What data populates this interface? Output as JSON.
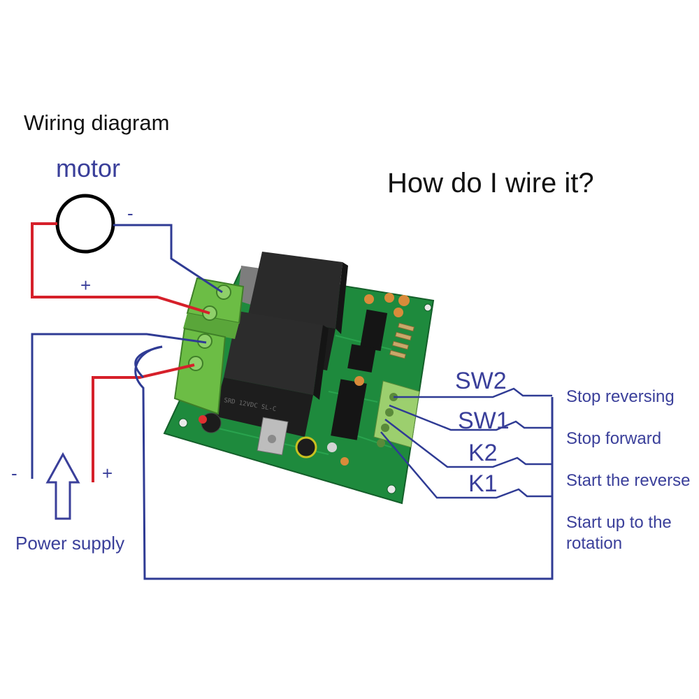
{
  "header": {
    "title": "Wiring diagram",
    "question": "How do I wire it?"
  },
  "motor": {
    "label": "motor",
    "minus": "-",
    "plus": "+"
  },
  "power_supply": {
    "label": "Power supply",
    "minus": "-",
    "plus": "+"
  },
  "switches": [
    {
      "name": "SW2",
      "description": "Stop reversing"
    },
    {
      "name": "SW1",
      "description": "Stop forward"
    },
    {
      "name": "K2",
      "description": "Start the reverse"
    },
    {
      "name": "K1",
      "description": "Start up to the",
      "description_cont": "rotation"
    }
  ],
  "colors": {
    "wire_positive": "#d6202a",
    "wire_negative": "#2f3b94",
    "pcb": "#1f8a3e",
    "terminal": "#6fbf44",
    "relay": "#2b2b2b",
    "text_blue": "#3a3f9a"
  }
}
